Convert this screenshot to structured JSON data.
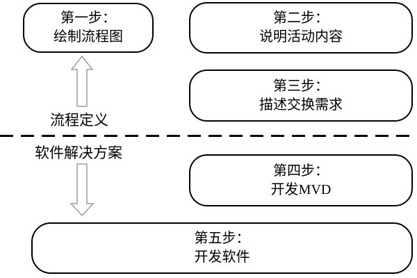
{
  "diagram": {
    "steps": [
      {
        "title": "第一步：",
        "desc": "绘制流程图"
      },
      {
        "title": "第二步：",
        "desc": "说明活动内容"
      },
      {
        "title": "第三步：",
        "desc": "描述交换需求"
      },
      {
        "title": "第四步：",
        "desc": "开发MVD"
      },
      {
        "title": "第五步：",
        "desc": "开发软件"
      }
    ],
    "labels": {
      "upper_region": "流程定义",
      "lower_region": "软件解决方案"
    },
    "colors": {
      "background": "#ffffff",
      "box_border": "#000000",
      "text": "#000000",
      "arrow_outline": "#9c9c9c",
      "divider": "#000000"
    }
  }
}
